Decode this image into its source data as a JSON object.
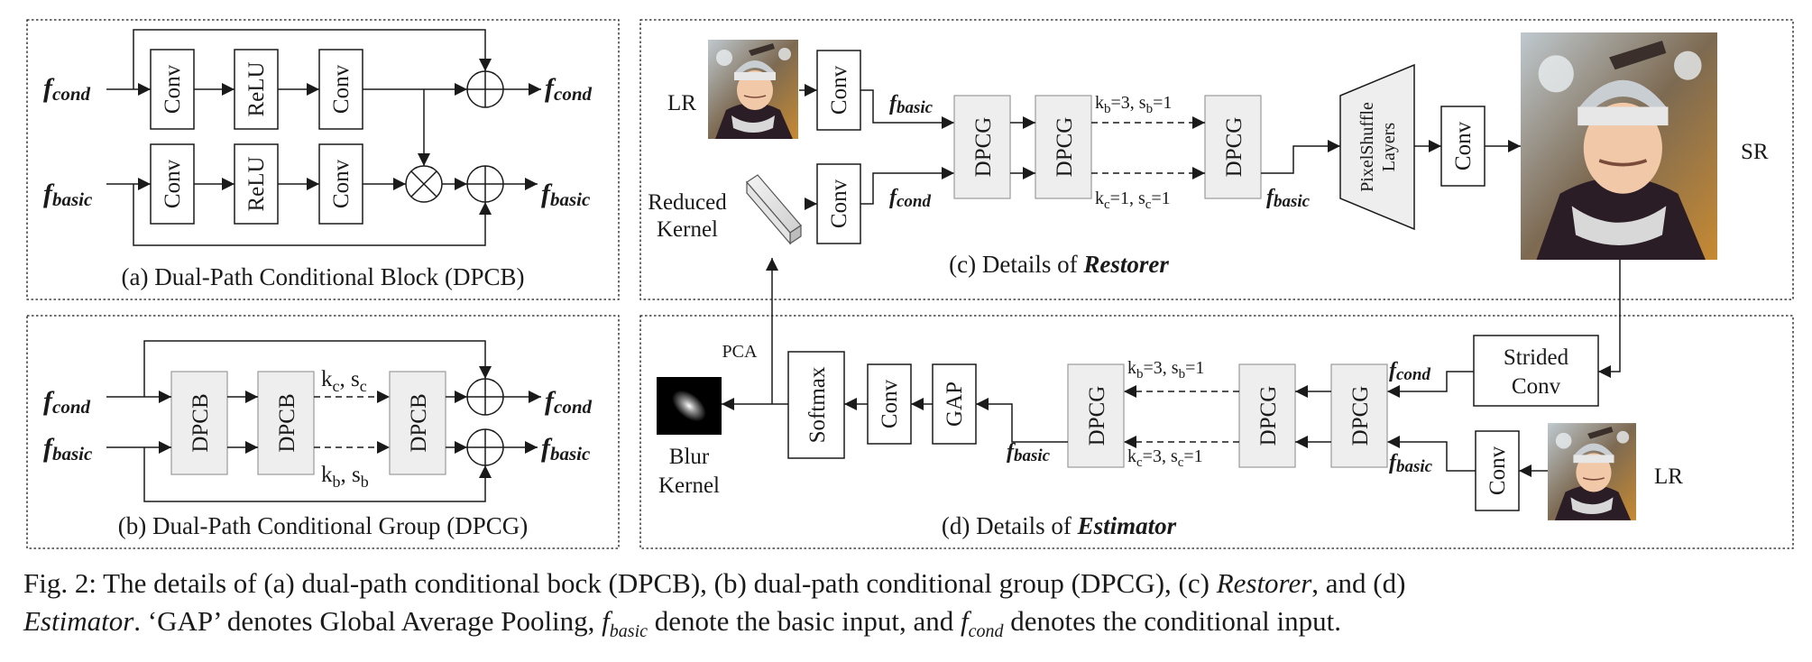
{
  "panel_a": {
    "caption": "(a) Dual-Path Conditional Block (DPCB)",
    "conv": "Conv",
    "relu": "ReLU",
    "in_cond": "cond",
    "in_basic": "basic",
    "f": "f"
  },
  "panel_b": {
    "caption": "(b) Dual-Path Conditional Group (DPCG)",
    "block": "DPCB",
    "kc": "k",
    "kc_sub": "c",
    "sc": "s",
    "sc_sub": "c",
    "kb": "k",
    "kb_sub": "b",
    "sb": "s",
    "sb_sub": "b"
  },
  "panel_c": {
    "caption_pre": "(c) Details of ",
    "caption_em": "Restorer",
    "lr": "LR",
    "reduced_kernel_1": "Reduced",
    "reduced_kernel_2": "Kernel",
    "dpcg": "DPCG",
    "conv": "Conv",
    "pixelshuffle_1": "PixelShuffle",
    "pixelshuffle_2": "Layers",
    "sr": "SR",
    "top_params": "k_b=3, s_b=1",
    "bot_params": "k_c=1, s_c=1"
  },
  "panel_d": {
    "caption_pre": "(d) Details of ",
    "caption_em": "Estimator",
    "pca": "PCA",
    "blur_1": "Blur",
    "blur_2": "Kernel",
    "softmax": "Softmax",
    "conv": "Conv",
    "gap": "GAP",
    "dpcg": "DPCG",
    "strided_1": "Strided",
    "strided_2": "Conv",
    "lr": "LR",
    "top_params": "k_b=3, s_b=1",
    "bot_params": "k_c=3, s_c=1"
  },
  "figure_caption": {
    "line1_a": "Fig. 2: The details of (a) dual-path conditional bock (DPCB), (b) dual-path conditional group (DPCG), (c) ",
    "line1_em": "Restorer",
    "line1_b": ", and (d)",
    "line2_em": "Estimator",
    "line2_a": ". ‘GAP’ denotes Global Average Pooling, ",
    "line2_fb": "f",
    "line2_fb_sub": "basic",
    "line2_b": " denote the basic input, and ",
    "line2_fc": "f",
    "line2_fc_sub": "cond",
    "line2_c": " denotes the conditional input."
  },
  "colors": {
    "block_fill": "#eeeeee",
    "ink": "#1a1a1a"
  },
  "icons": [
    "plus-circle-icon",
    "times-circle-icon",
    "arrow-icon",
    "gaussian-kernel-icon",
    "portrait-image-icon"
  ]
}
